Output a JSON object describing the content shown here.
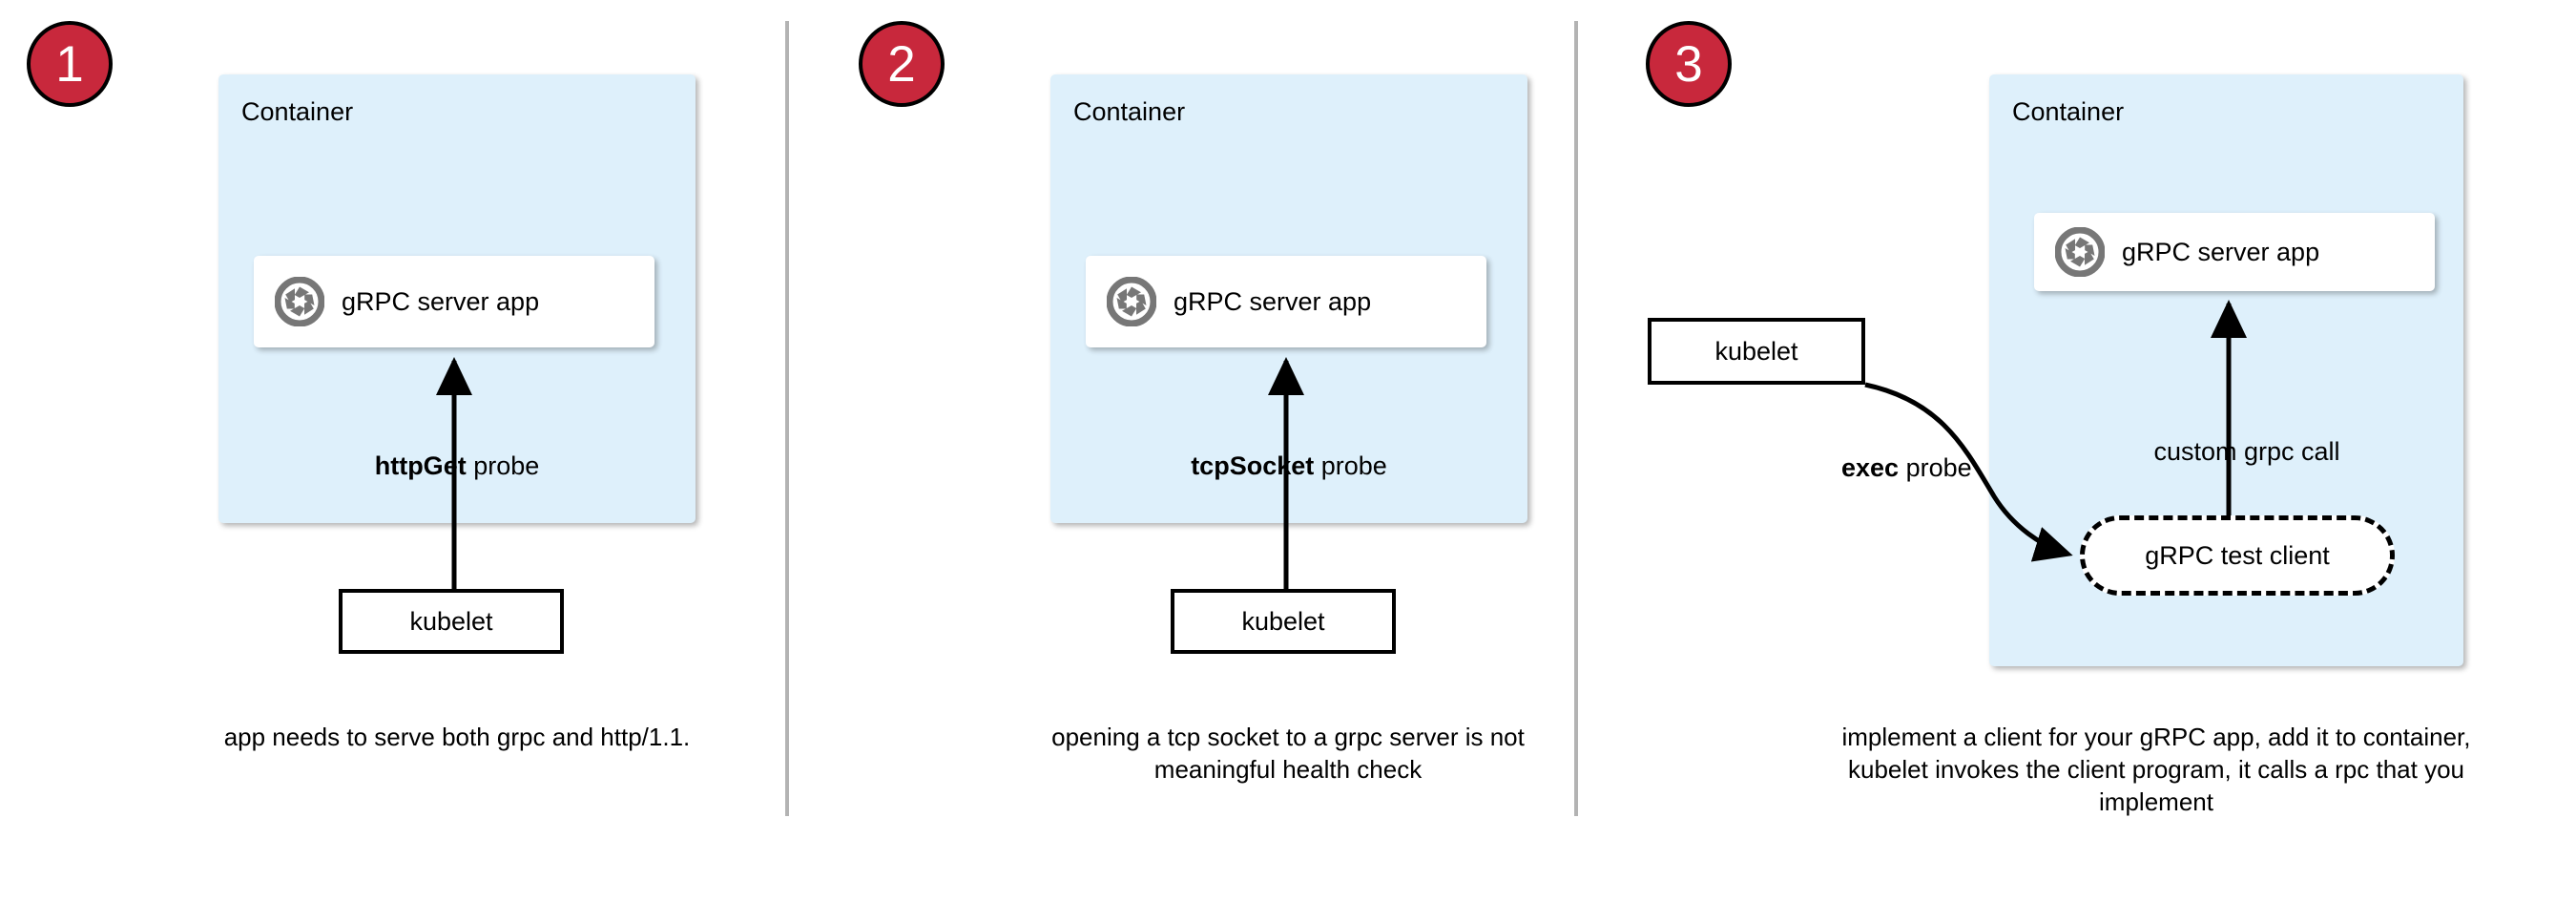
{
  "diagram": {
    "title": "gRPC health probe approaches in Kubernetes",
    "colors": {
      "badge_fill": "#C8283C",
      "badge_border": "#000000",
      "badge_text": "#FFFFFF",
      "container_fill": "#DEF0FB",
      "card_fill": "#FFFFFF",
      "stroke": "#000000",
      "divider": "#B3B3B3",
      "icon_gray": "#777777"
    }
  },
  "panels": [
    {
      "badge": "1",
      "container_label": "Container",
      "app": {
        "icon": "grpc-aperture-icon",
        "label": "gRPC server app"
      },
      "probe_label_bold": "httpGet",
      "probe_label_rest": " probe",
      "kubelet_label": "kubelet",
      "caption": "app needs to serve both grpc and http/1.1."
    },
    {
      "badge": "2",
      "container_label": "Container",
      "app": {
        "icon": "grpc-aperture-icon",
        "label": "gRPC server app"
      },
      "probe_label_bold": "tcpSocket",
      "probe_label_rest": " probe",
      "kubelet_label": "kubelet",
      "caption": "opening a tcp socket to a grpc server is not meaningful health check"
    },
    {
      "badge": "3",
      "container_label": "Container",
      "app": {
        "icon": "grpc-aperture-icon",
        "label": "gRPC server app"
      },
      "probe_label_bold": "exec",
      "probe_label_rest": " probe",
      "kubelet_label": "kubelet",
      "test_client_label": "gRPC test client",
      "call_label": "custom grpc call",
      "caption": "implement a client for your gRPC app, add it to container, kubelet invokes the client program, it calls a rpc that you implement"
    }
  ]
}
